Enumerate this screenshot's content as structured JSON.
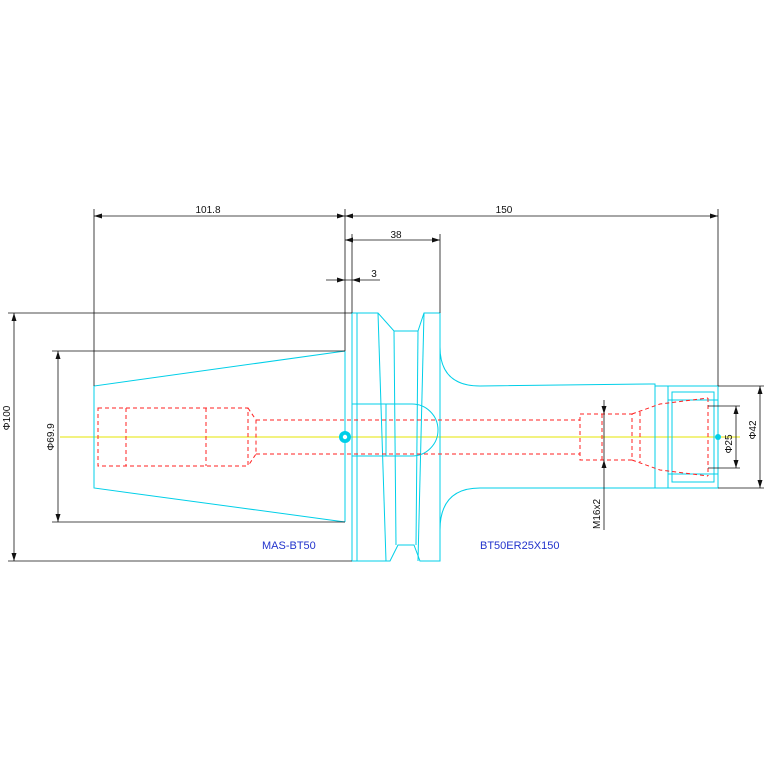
{
  "colors": {
    "part_outline": "#00cfe8",
    "hidden_lines": "#ff2020",
    "dimension_lines": "#111111",
    "centerline": "#e6e600",
    "label_text": "#2233cc",
    "background": "#ffffff"
  },
  "dimensions": {
    "taper_length": "101.8",
    "overall_length": "150",
    "flange_width": "38",
    "flange_offset": "3",
    "flange_diameter": "Φ100",
    "taper_diameter": "Φ69.9",
    "nut_diameter": "Φ42",
    "collet_diameter": "Φ25",
    "thread": "M16x2"
  },
  "labels": {
    "pull_stud": "MAS-BT50",
    "holder": "BT50ER25X150"
  }
}
